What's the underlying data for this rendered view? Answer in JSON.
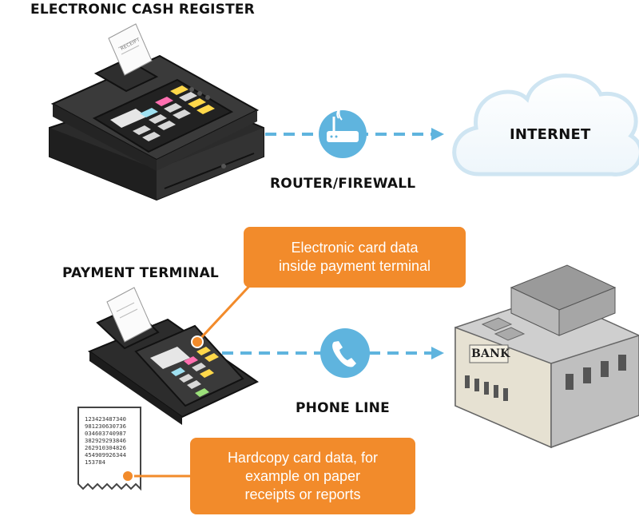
{
  "labels": {
    "cash_register": "ELECTRONIC CASH REGISTER",
    "router": "ROUTER/FIREWALL",
    "internet": "INTERNET",
    "payment_terminal": "PAYMENT TERMINAL",
    "phone_line": "PHONE LINE",
    "bank_sign": "BANK",
    "printer_receipt": "RECEIPT"
  },
  "callouts": {
    "electronic": [
      "Electronic card data",
      "inside payment terminal"
    ],
    "hardcopy": [
      "Hardcopy card data, for",
      "example on paper",
      "receipts or reports"
    ]
  },
  "receipt_numbers": [
    "123423487340",
    "981230630736",
    "034603740987",
    "382929293846",
    "262910304826",
    "454909926344",
    "153784"
  ],
  "colors": {
    "accent_orange": "#f28b2b",
    "link_blue": "#5fb4de",
    "cloud_blue": "#d8ecf7"
  }
}
